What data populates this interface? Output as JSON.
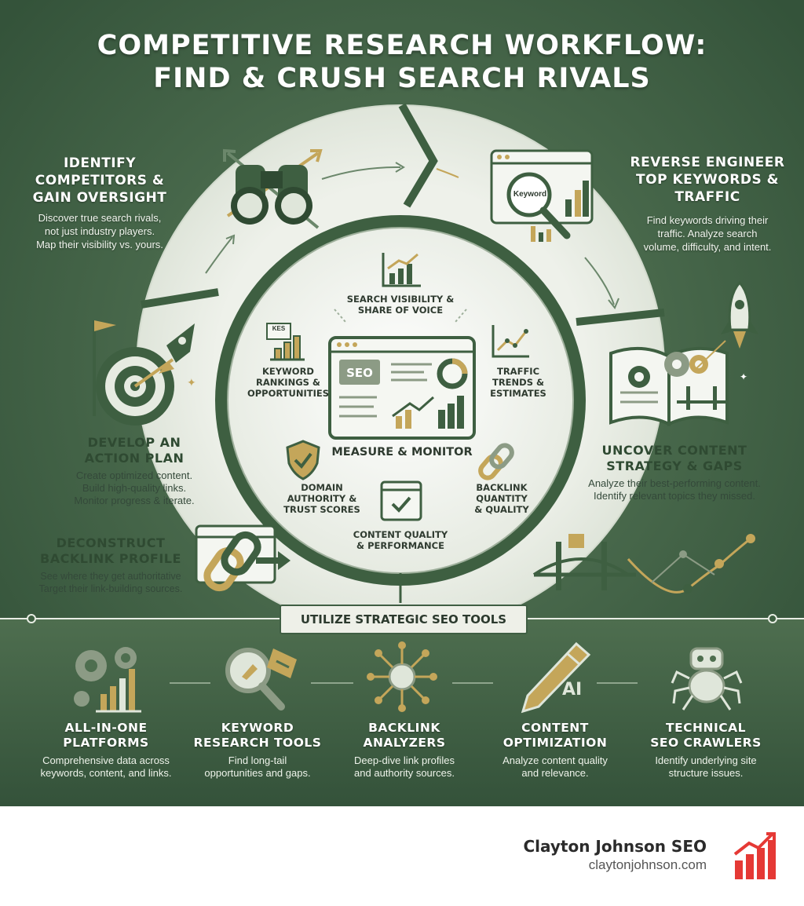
{
  "title": {
    "line1": "COMPETITIVE RESEARCH WORKFLOW:",
    "line2": "FIND & CRUSH SEARCH RIVALS"
  },
  "steps": {
    "identify": {
      "title": [
        "IDENTIFY",
        "COMPETITORS &",
        "GAIN OVERSIGHT"
      ],
      "body": [
        "Discover true search rivals,",
        "not just industry players.",
        "Map their visibility vs. yours."
      ]
    },
    "reverse": {
      "title": [
        "REVERSE ENGINEER",
        "TOP KEYWORDS &",
        "TRAFFIC"
      ],
      "body": [
        "Find keywords driving their",
        "traffic. Analyze search",
        "volume, difficulty, and intent."
      ]
    },
    "develop": {
      "title": [
        "DEVELOP AN",
        "ACTION PLAN"
      ],
      "body": [
        "Create optimized content.",
        "Build high-quality links.",
        "Monitor progress & iterate."
      ]
    },
    "content": {
      "title": [
        "UNCOVER CONTENT",
        "STRATEGY & GAPS"
      ],
      "body": [
        "Analyze their best-performing content.",
        "Identify relevant topics they missed."
      ]
    },
    "backlink": {
      "title": [
        "DECONSTRUCT",
        "BACKLINK PROFILE"
      ],
      "body": [
        "See where they get authoritative",
        "Target their link-building sources."
      ]
    }
  },
  "center": {
    "label": "MEASURE & MONITOR",
    "screen_label": "SEO",
    "kes_label": "KES",
    "keyword_label": "Keyword",
    "metrics": {
      "visibility": [
        "SEARCH VISIBILITY &",
        "SHARE OF VOICE"
      ],
      "rankings": [
        "KEYWORD",
        "RANKINGS &",
        "OPPORTUNITIES"
      ],
      "traffic": [
        "TRAFFIC",
        "TRENDS &",
        "ESTIMATES"
      ],
      "authority": [
        "DOMAIN",
        "AUTHORITY &",
        "TRUST SCORES"
      ],
      "backlinks": [
        "BACKLINK",
        "QUANTITY",
        "& QUALITY"
      ],
      "quality": [
        "CONTENT QUALITY",
        "& PERFORMANCE"
      ]
    }
  },
  "banner": "UTILIZE STRATEGIC SEO TOOLS",
  "tools": [
    {
      "title": [
        "ALL-IN-ONE",
        "PLATFORMS"
      ],
      "body": [
        "Comprehensive data across",
        "keywords, content, and links."
      ],
      "icon": "gears-chart-icon"
    },
    {
      "title": [
        "KEYWORD",
        "RESEARCH TOOLS"
      ],
      "body": [
        "Find long-tail",
        "opportunities and gaps."
      ],
      "icon": "magnifier-tag-icon"
    },
    {
      "title": [
        "BACKLINK",
        "ANALYZERS"
      ],
      "body": [
        "Deep-dive link profiles",
        "and authority sources."
      ],
      "icon": "network-icon"
    },
    {
      "title": [
        "CONTENT",
        "OPTIMIZATION"
      ],
      "body": [
        "Analyze content quality",
        "and relevance."
      ],
      "icon": "pencil-ai-icon",
      "badge": "AI"
    },
    {
      "title": [
        "TECHNICAL",
        "SEO CRAWLERS"
      ],
      "body": [
        "Identify underlying site",
        "structure issues."
      ],
      "icon": "spider-robot-icon"
    }
  ],
  "footer": {
    "brand": "Clayton Johnson SEO",
    "url": "claytonjohnson.com"
  },
  "colors": {
    "background": "#3e5f41",
    "ring": "#e6ebe1",
    "accent_gold": "#c4a65a",
    "brand_red": "#e53935"
  }
}
